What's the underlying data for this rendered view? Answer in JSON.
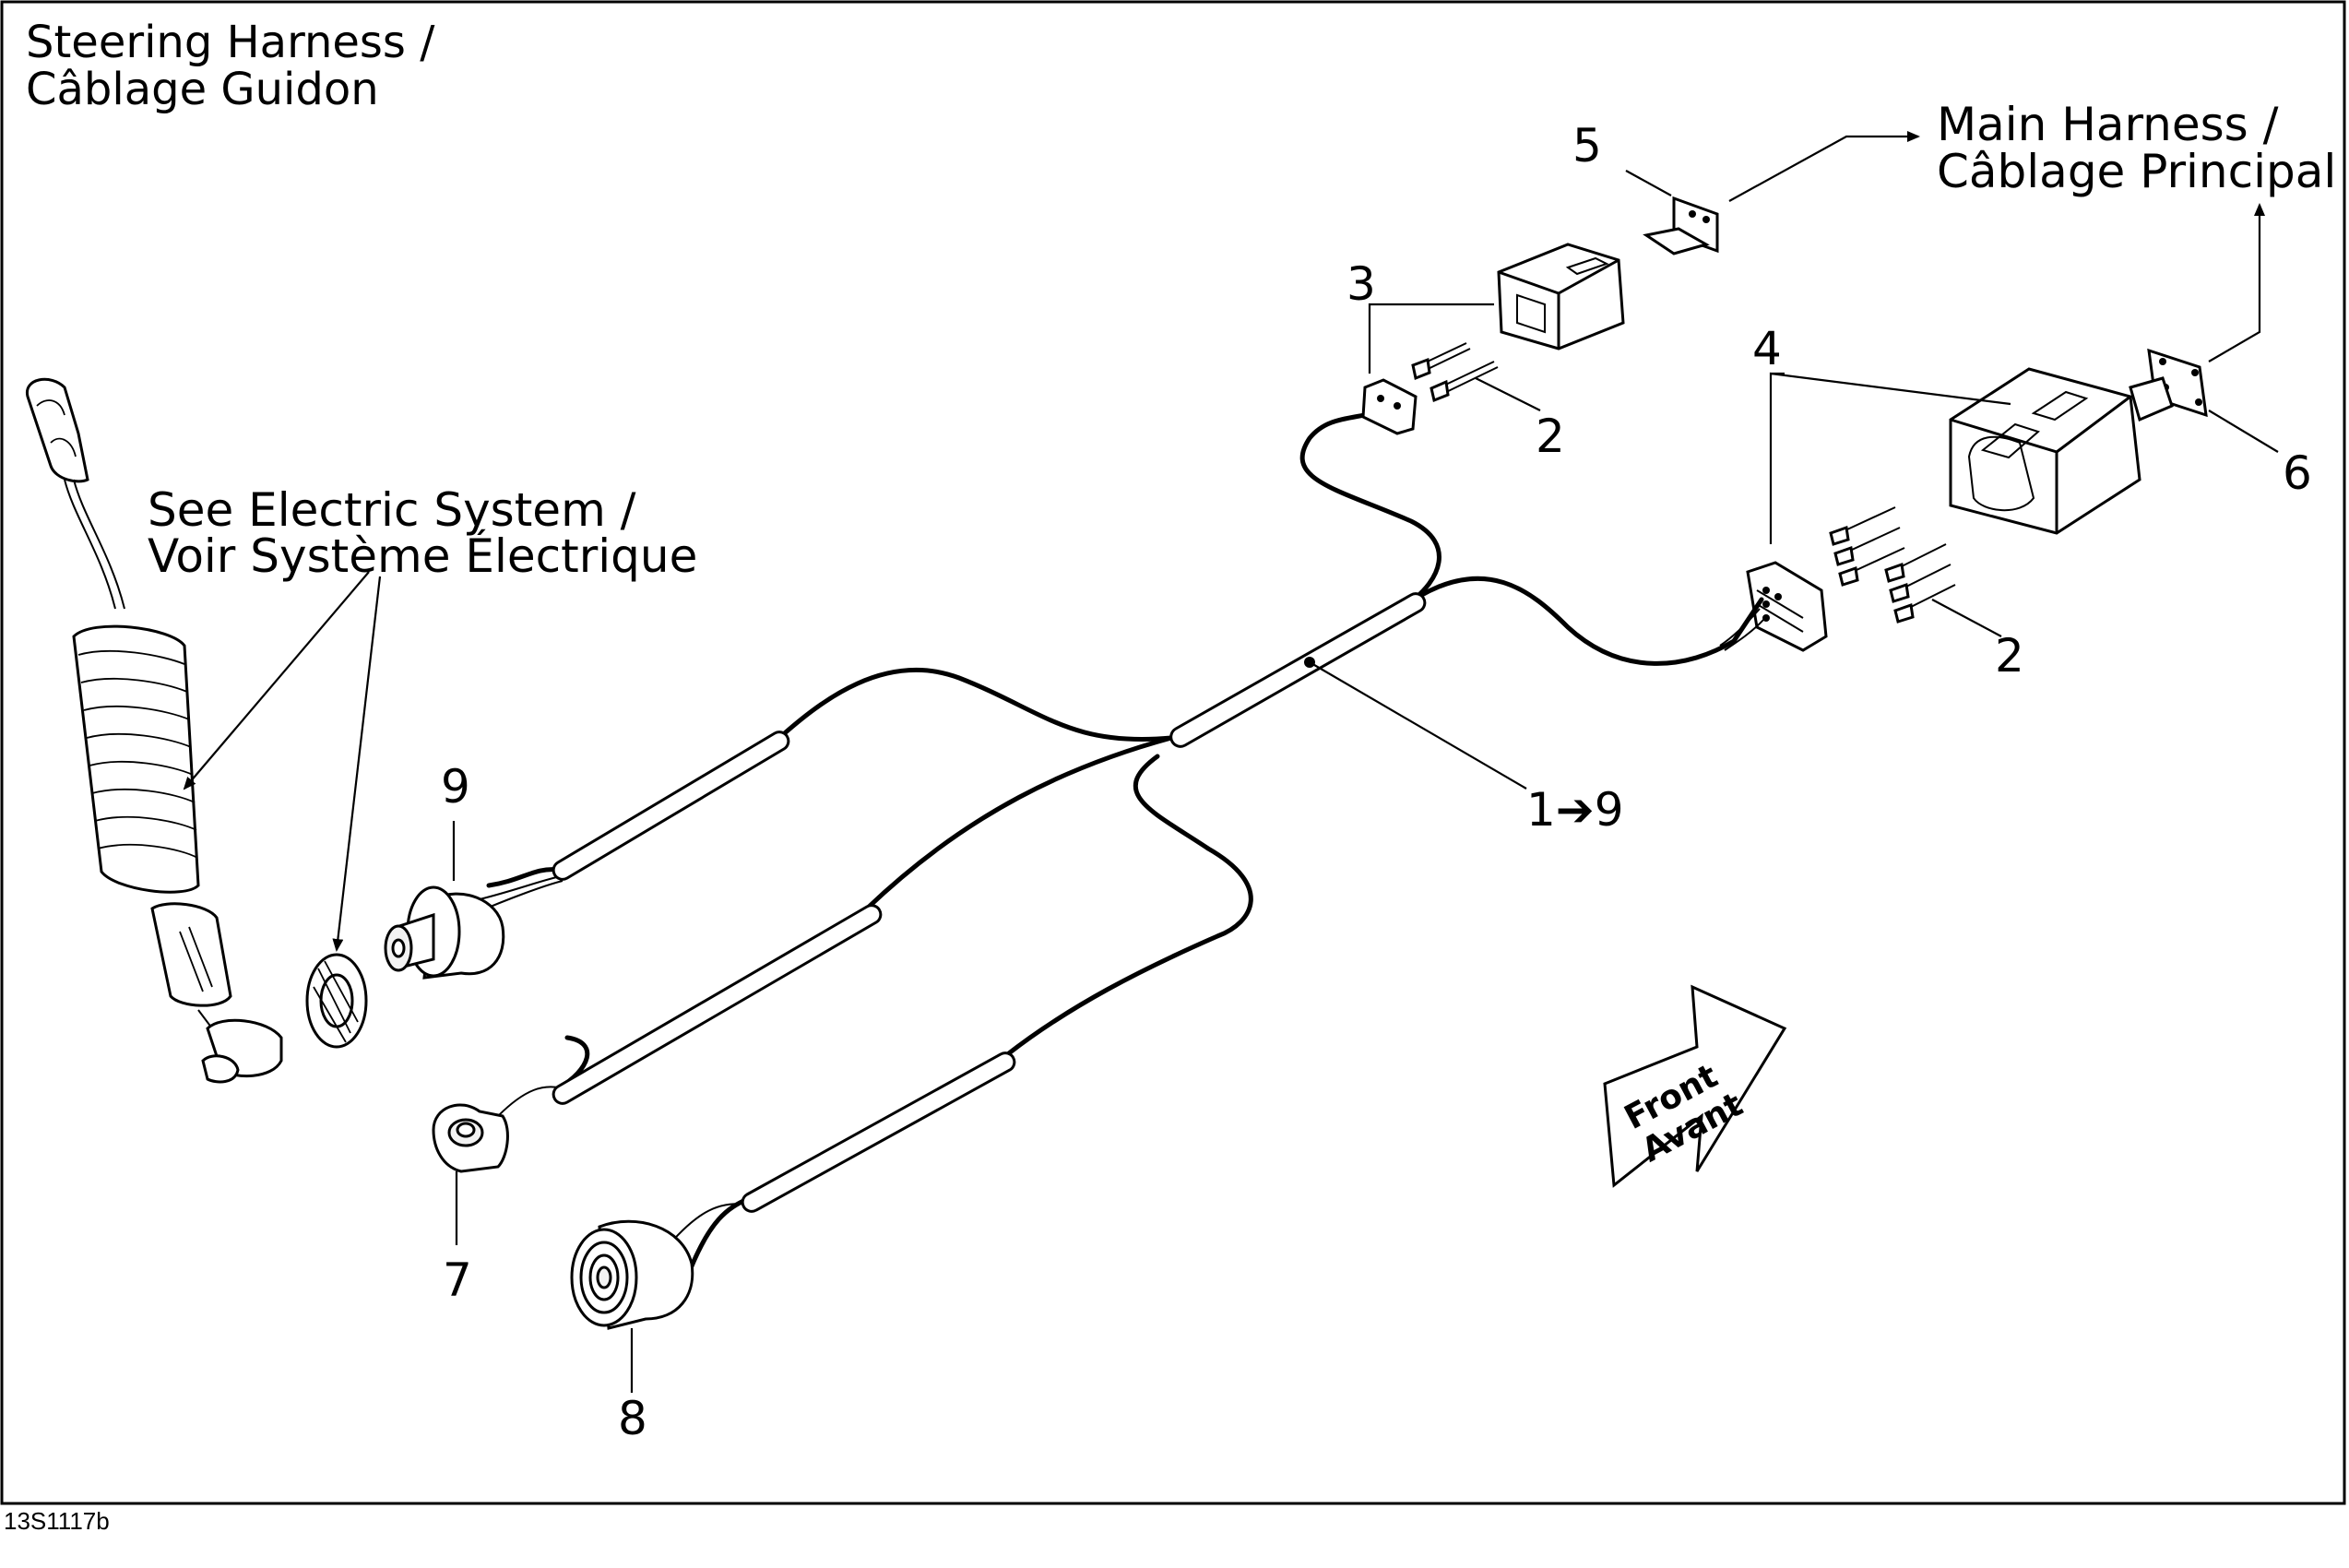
{
  "title": {
    "line1": "Steering Harness /",
    "line2": "Câblage Guidon"
  },
  "see_note": {
    "line1": "See Electric System /",
    "line2": "Voir Système Électrique"
  },
  "main_harness": {
    "line1": "Main Harness  /",
    "line2": "Câblage Principal"
  },
  "callouts": {
    "c1": "1➔9",
    "c2a": "2",
    "c2b": "2",
    "c3": "3",
    "c4": "4",
    "c5": "5",
    "c6": "6",
    "c7": "7",
    "c8": "8",
    "c9": "9"
  },
  "front_arrow": {
    "line1": "Front",
    "line2": "Avant"
  },
  "figure_code": "13S1117b"
}
